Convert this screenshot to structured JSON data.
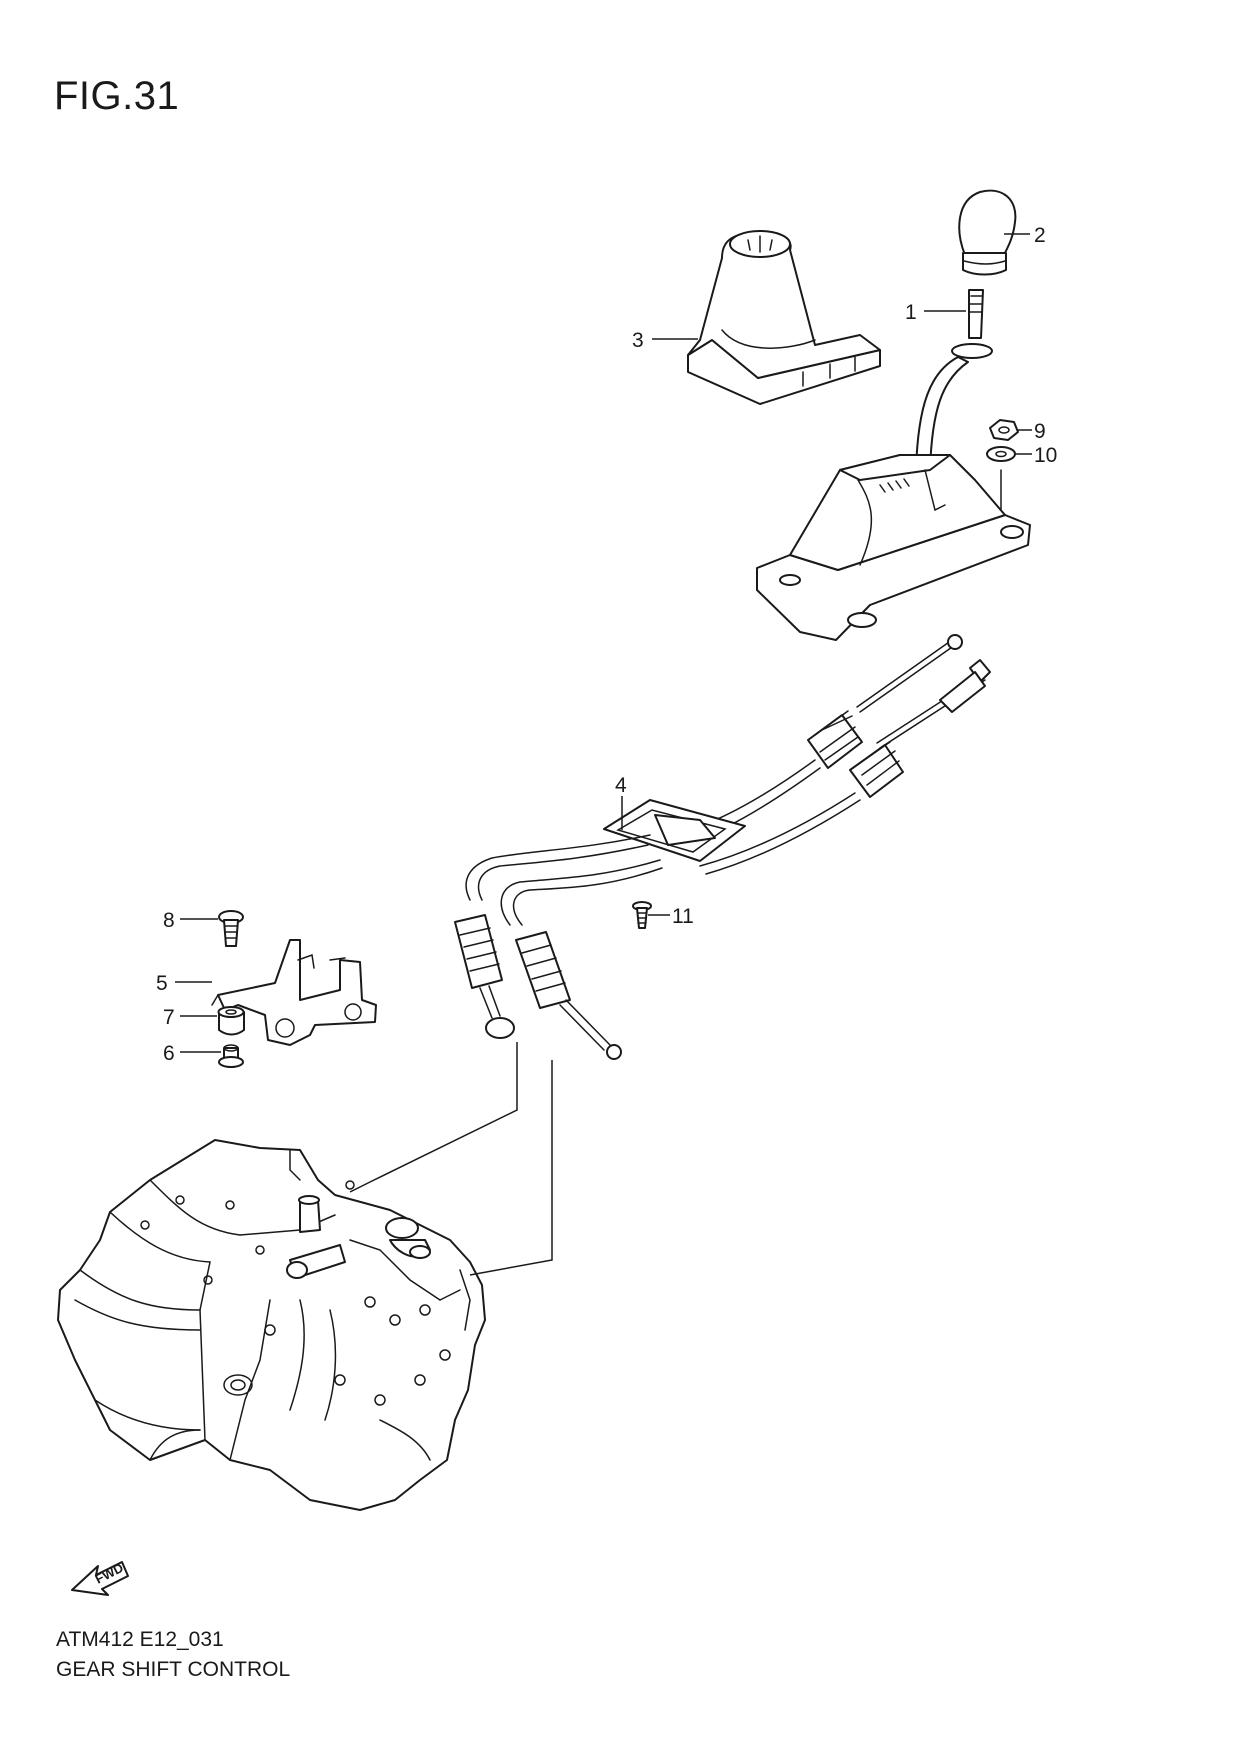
{
  "figure": {
    "title": "FIG.31"
  },
  "callouts": [
    {
      "id": "1",
      "label": "1"
    },
    {
      "id": "2",
      "label": "2"
    },
    {
      "id": "3",
      "label": "3"
    },
    {
      "id": "4",
      "label": "4"
    },
    {
      "id": "5",
      "label": "5"
    },
    {
      "id": "6",
      "label": "6"
    },
    {
      "id": "7",
      "label": "7"
    },
    {
      "id": "8",
      "label": "8"
    },
    {
      "id": "9",
      "label": "9"
    },
    {
      "id": "10",
      "label": "10"
    },
    {
      "id": "11",
      "label": "11"
    }
  ],
  "direction_badge": {
    "label": "FWD",
    "icon": "fwd-arrow-icon"
  },
  "footer": {
    "code": "ATM412 E12_031",
    "title": "GEAR SHIFT CONTROL"
  }
}
